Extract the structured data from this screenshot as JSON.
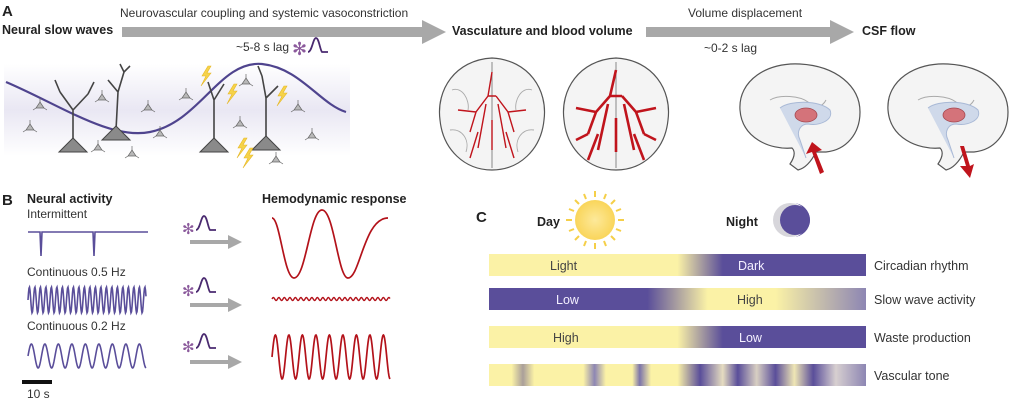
{
  "panel_a": {
    "letter": "A",
    "neural_slow_waves": "Neural slow waves",
    "arrow1_label": "Neurovascular coupling and systemic vasoconstriction",
    "lag1": "~5-8 s lag",
    "vasculature": "Vasculature and blood volume",
    "arrow2_label": "Volume  displacement",
    "lag2": "~0-2 s lag",
    "csf_flow": "CSF flow"
  },
  "panel_b": {
    "letter": "B",
    "neural_activity": "Neural activity",
    "hemodynamic_response": "Hemodynamic response",
    "rows": [
      {
        "label": "Intermittent"
      },
      {
        "label": "Continuous 0.5 Hz"
      },
      {
        "label": "Continuous 0.2 Hz"
      }
    ],
    "scale_bar": "10 s"
  },
  "panel_c": {
    "letter": "C",
    "day": "Day",
    "night": "Night",
    "bars": [
      {
        "left": "Light",
        "right": "Dark",
        "name": "Circadian rhythm"
      },
      {
        "left": "Low",
        "right": "High",
        "name": "Slow wave activity"
      },
      {
        "left": "High",
        "right": "Low",
        "name": "Waste production"
      },
      {
        "left": "",
        "right": "",
        "name": "Vascular tone"
      }
    ]
  },
  "colors": {
    "purple": "#5a4e9a",
    "yellow": "#fbf2a6",
    "red": "#c0141c",
    "gray_arrow": "#a8a8a8"
  }
}
